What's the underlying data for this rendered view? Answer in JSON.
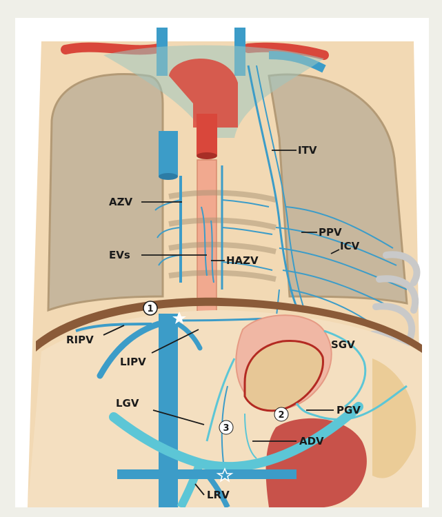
{
  "labels": {
    "itv": "ITV",
    "azv": "AZV",
    "ppv": "PPV",
    "icv": "ICV",
    "evs": "EVs",
    "hazv": "HAZV",
    "ripv": "RIPV",
    "lipv": "LIPV",
    "sgv": "SGV",
    "lgv": "LGV",
    "pgv": "PGV",
    "adv": "ADV",
    "lrv": "LRV"
  },
  "markers": {
    "one": "1",
    "two": "2",
    "three": "3"
  },
  "colors": {
    "background": "#efefe8",
    "vein_blue": "#3c9cc8",
    "vein_light": "#5cc6d6",
    "artery_red": "#d9473b",
    "lung": "#c7b79d",
    "diaphragm": "#8a5a38"
  }
}
